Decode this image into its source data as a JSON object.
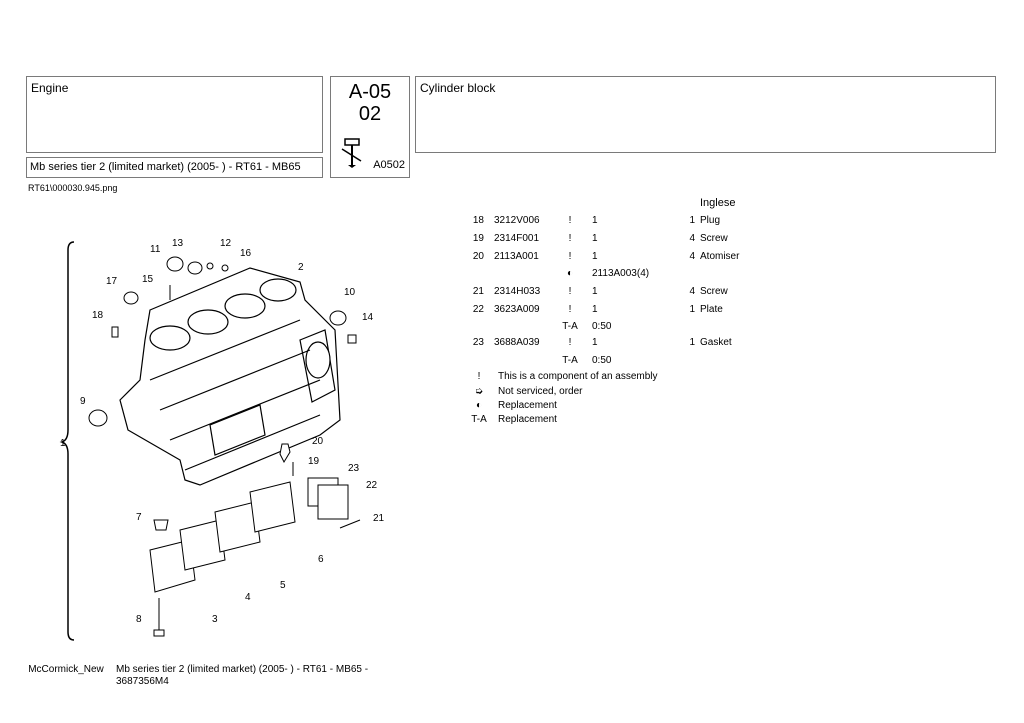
{
  "header": {
    "section": "Engine",
    "model": "Mb series tier 2 (limited market) (2005-    ) - RT61 - MB65",
    "code_main": "A-05",
    "code_sub": "02",
    "code_small": "A0502",
    "title": "Cylinder block"
  },
  "image_file": "RT61\\000030.945.png",
  "language": "Inglese",
  "rows": [
    {
      "pos": "18",
      "code": "3212V006",
      "mark": "!",
      "qty": "1",
      "alt": "1",
      "desc": "Plug"
    },
    {
      "pos": "19",
      "code": "2314F001",
      "mark": "!",
      "qty": "1",
      "alt": "4",
      "desc": "Screw"
    },
    {
      "pos": "20",
      "code": "2113A001",
      "mark": "!",
      "qty": "1",
      "alt": "4",
      "desc": "Atomiser"
    },
    {
      "pos": "",
      "code": "",
      "mark": "◐",
      "qty": "2113A003(4)",
      "alt": "",
      "desc": ""
    },
    {
      "pos": "21",
      "code": "2314H033",
      "mark": "!",
      "qty": "1",
      "alt": "4",
      "desc": "Screw"
    },
    {
      "pos": "22",
      "code": "3623A009",
      "mark": "!",
      "qty": "1",
      "alt": "1",
      "desc": "Plate"
    },
    {
      "pos": "",
      "code": "",
      "mark": "T-A",
      "qty": "0:50",
      "alt": "",
      "desc": ""
    },
    {
      "pos": "23",
      "code": "3688A039",
      "mark": "!",
      "qty": "1",
      "alt": "1",
      "desc": "Gasket"
    },
    {
      "pos": "",
      "code": "",
      "mark": "T-A",
      "qty": "0:50",
      "alt": "",
      "desc": ""
    }
  ],
  "legend": [
    {
      "sym": "!",
      "text": "This is a component of an assembly"
    },
    {
      "sym": "➭",
      "text": "Not serviced, order"
    },
    {
      "sym": "◐",
      "text": "Replacement"
    },
    {
      "sym": "T-A",
      "text": "Replacement"
    }
  ],
  "drawing_labels": [
    "1",
    "2",
    "3",
    "4",
    "5",
    "6",
    "7",
    "8",
    "9",
    "10",
    "11",
    "12",
    "13",
    "14",
    "15",
    "16",
    "17",
    "18",
    "19",
    "20",
    "21",
    "22",
    "23"
  ],
  "footer": {
    "brand": "McCormick_New",
    "text": "Mb series tier 2 (limited market) (2005-    ) - RT61 - MB65  -  3687356M4"
  }
}
